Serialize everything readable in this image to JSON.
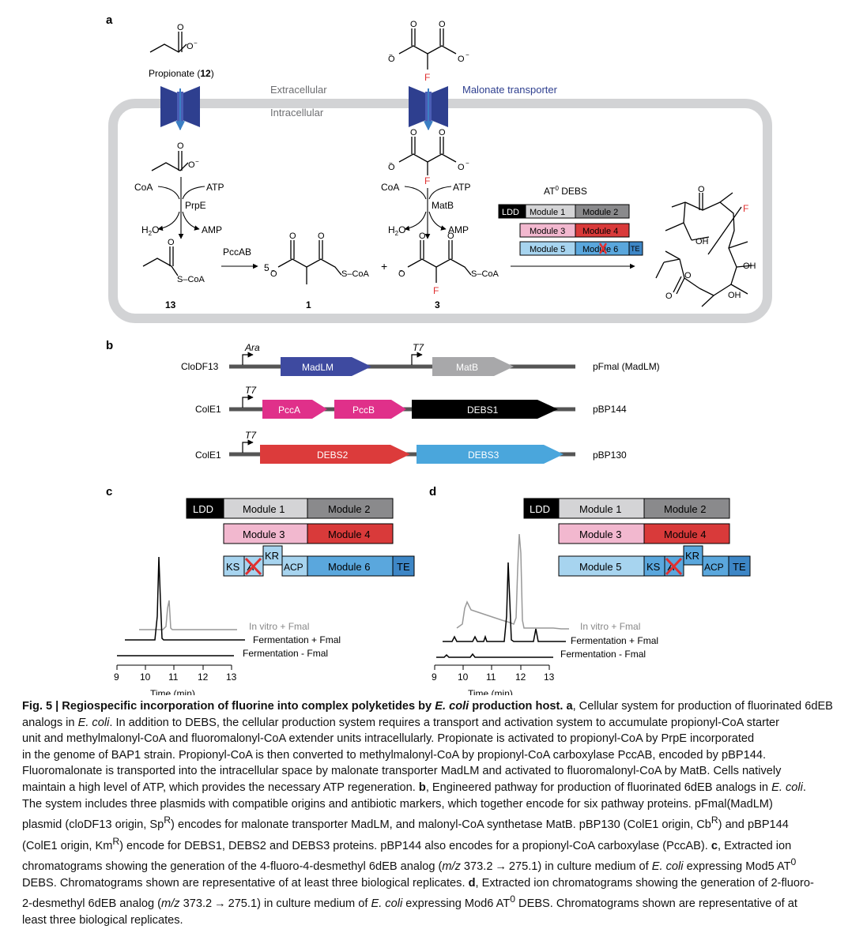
{
  "panels": {
    "a": "a",
    "b": "b",
    "c": "c",
    "d": "d"
  },
  "panel_a": {
    "propionate_label": "Propionate (",
    "propionate_num": "12",
    "propionate_close": ")",
    "extracellular": "Extracellular",
    "intracellular": "Intracellular",
    "malonate_transporter": "Malonate transporter",
    "fluorine": "F",
    "o_minus": "O",
    "o_atom": "O",
    "coa": "CoA",
    "atp": "ATP",
    "prpe": "PrpE",
    "matb": "MatB",
    "h2o": "H",
    "two": "2",
    "h2o_o": "O",
    "amp": "AMP",
    "pccab": "PccAB",
    "s_coa": "S–CoA",
    "coeff5": "5",
    "plus": "+",
    "num13": "13",
    "num1": "1",
    "num3": "3",
    "at0_debs": "AT",
    "at0_sup": "0",
    "debs_word": " DEBS",
    "ldd": "LDD",
    "module1": "Module 1",
    "module2": "Module 2",
    "module3": "Module 3",
    "module4": "Module 4",
    "module5": "Module 5",
    "module6": "Module 6",
    "te": "TE",
    "oh": "OH"
  },
  "panel_b": {
    "plasmids": [
      {
        "origin": "CloDF13",
        "name": "pFmal (MadLM)",
        "promoter1": "Ara",
        "promoter2": "T7",
        "genes": [
          "MadLM",
          "MatB"
        ]
      },
      {
        "origin": "ColE1",
        "name": "pBP144",
        "promoter1": "T7",
        "genes": [
          "PccA",
          "PccB",
          "DEBS1"
        ]
      },
      {
        "origin": "ColE1",
        "name": "pBP130",
        "promoter1": "T7",
        "genes": [
          "DEBS2",
          "DEBS3"
        ]
      }
    ]
  },
  "panel_c": {
    "ldd": "LDD",
    "module1": "Module 1",
    "module2": "Module 2",
    "module3": "Module 3",
    "module4": "Module 4",
    "ks": "KS",
    "at": "A",
    "kr": "KR",
    "acp": "ACP",
    "module6": "Module 6",
    "te": "TE",
    "traces": [
      "In vitro + Fmal",
      "Fermentation + Fmal",
      "Fermentation - Fmal"
    ],
    "xlabel": "Time (min)",
    "ticks": [
      "9",
      "10",
      "11",
      "12",
      "13"
    ]
  },
  "panel_d": {
    "ldd": "LDD",
    "module1": "Module 1",
    "module2": "Module 2",
    "module3": "Module 3",
    "module4": "Module 4",
    "module5": "Module 5",
    "ks": "KS",
    "at": "A",
    "kr": "KR",
    "acp": "ACP",
    "te": "TE",
    "traces": [
      "In vitro + Fmal",
      "Fermentation + Fmal",
      "Fermentation - Fmal"
    ],
    "xlabel": "Time (min)",
    "ticks": [
      "9",
      "10",
      "11",
      "12",
      "13"
    ]
  },
  "colors": {
    "transporter": "#2e3f8f",
    "membrane": "#d2d3d5",
    "fluorine": "#e03030",
    "ldd": "#000000",
    "module1": "#d4d4d6",
    "module2": "#8a8a8c",
    "module3": "#f2b8cf",
    "module4": "#d93a3a",
    "module5": "#a7d4ef",
    "module6": "#5aa7dd",
    "te": "#3d86c6",
    "madlm": "#3e4aa0",
    "matb": "#a8a8aa",
    "pcc": "#e0308a",
    "debs1": "#000000",
    "debs2": "#dc3b3b",
    "debs3": "#4aa6dc"
  },
  "caption": {
    "fig_label": "Fig. 5 | Regiospecific incorporation of fluorine into complex polyketides by ",
    "fig_label_italic": "E. coli",
    "fig_label_tail": " production host.",
    "a_label": "a",
    "l1_a": ", Cellular system for production of fluorinated 6dEB",
    "l2": "analogs in ",
    "l2_i": "E. coli",
    "l2_b": ". In addition to DEBS, the cellular production system requires a transport and activation system to accumulate propionyl-CoA starter",
    "l3": "unit and methylmalonyl-CoA and fluoromalonyl-CoA extender units intracellularly. Propionate is activated to propionyl-CoA by PrpE incorporated",
    "l4": "in the genome of BAP1 strain. Propionyl-CoA is then converted to methylmalonyl-CoA by propionyl-CoA carboxylase PccAB, encoded by pBP144.",
    "l5": "Fluoromalonate is transported into the intracellular space by malonate transporter MadLM and activated to fluoromalonyl-CoA by MatB. Cells natively",
    "l6a": "maintain a high level of ATP, which provides the necessary ATP regeneration. ",
    "b_label": "b",
    "l6b": ", Engineered pathway for production of fluorinated 6dEB analogs in ",
    "l6_i": "E. coli",
    "l6c": ".",
    "l7": "The system includes three plasmids with compatible origins and antibiotic markers, which together encode for six pathway proteins. pFmal(MadLM)",
    "l8a": "plasmid (cloDF13 origin, Sp",
    "l8_sup1": "R",
    "l8b": ") encodes for malonate transporter MadLM, and malonyl-CoA synthetase MatB. pBP130 (ColE1 origin, Cb",
    "l8_sup2": "R",
    "l8c": ") and pBP144",
    "l9a": "(ColE1 origin, Km",
    "l9_sup": "R",
    "l9b": ") encode for DEBS1, DEBS2 and DEBS3 proteins. pBP144 also encodes for a propionyl-CoA carboxylase (PccAB). ",
    "c_label": "c",
    "l9c": ", Extracted ion",
    "l10a": "chromatograms showing the generation of the 4-fluoro-4-desmethyl 6dEB analog (",
    "l10_i": "m/z",
    "l10b": " 373.2 → 275.1) in culture medium of ",
    "l10_i2": "E. coli",
    "l10c": " expressing Mod5 AT",
    "l10_sup": "0",
    "l11a": "DEBS. Chromatograms shown are representative of at least three biological replicates. ",
    "d_label": "d",
    "l11b": ", Extracted ion chromatograms showing the generation of 2-fluoro-",
    "l12a": "2-desmethyl 6dEB analog (",
    "l12_i": "m/z",
    "l12b": " 373.2 → 275.1) in culture medium of ",
    "l12_i2": "E. coli",
    "l12c": " expressing Mod6 AT",
    "l12_sup": "0",
    "l12d": " DEBS. Chromatograms shown are representative of at",
    "l13": "least three biological replicates."
  }
}
